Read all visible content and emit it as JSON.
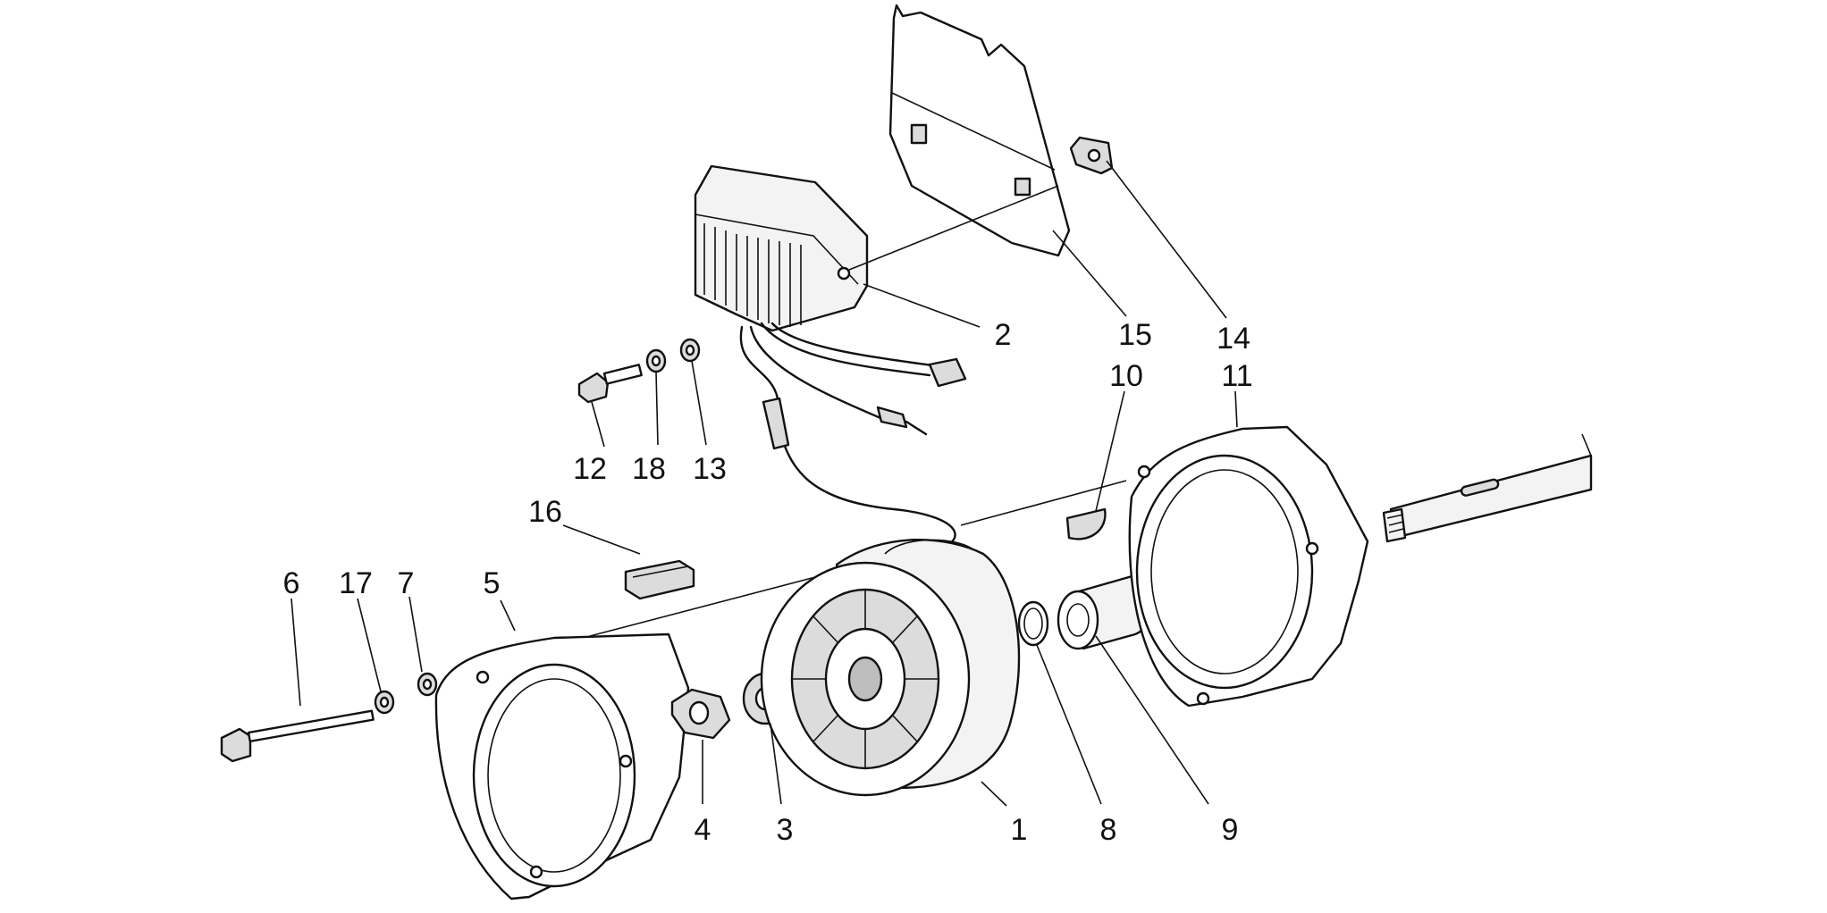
{
  "diagram": {
    "type": "exploded-parts-diagram",
    "callouts": [
      {
        "number": "1"
      },
      {
        "number": "2"
      },
      {
        "number": "3"
      },
      {
        "number": "4"
      },
      {
        "number": "5"
      },
      {
        "number": "6"
      },
      {
        "number": "7"
      },
      {
        "number": "8"
      },
      {
        "number": "9"
      },
      {
        "number": "10"
      },
      {
        "number": "11"
      },
      {
        "number": "12"
      },
      {
        "number": "13"
      },
      {
        "number": "14"
      },
      {
        "number": "15"
      },
      {
        "number": "16"
      },
      {
        "number": "17"
      },
      {
        "number": "18"
      }
    ]
  }
}
